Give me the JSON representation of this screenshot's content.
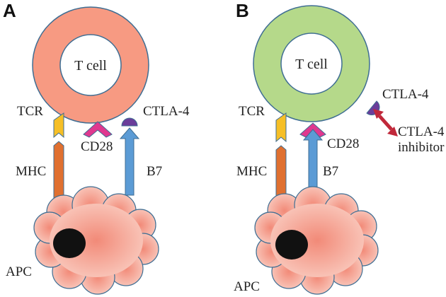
{
  "panels": [
    {
      "letter": "A",
      "cell_label": "T cell",
      "labels": {
        "tcr": "TCR",
        "mhc": "MHC",
        "cd28": "CD28",
        "ctla4": "CTLA-4",
        "b7": "B7",
        "apc": "APC"
      }
    },
    {
      "letter": "B",
      "cell_label": "T cell",
      "labels": {
        "tcr": "TCR",
        "mhc": "MHC",
        "cd28": "CD28",
        "ctla4": "CTLA-4",
        "b7": "B7",
        "apc": "APC",
        "inhibitor_line1": "CTLA-4",
        "inhibitor_line2": "inhibitor"
      }
    }
  ],
  "colors": {
    "tcell_a": "#f79a82",
    "tcell_b": "#b5d98a",
    "cell_stroke": "#3f6e93",
    "tcr": "#f6bf26",
    "mhc": "#e07030",
    "cd28": "#e0388f",
    "b7": "#5b9bd5",
    "ctla4": "#6a3d9a",
    "inhibitor": "#c0283a",
    "apc_fill": "#f4a99a",
    "apc_nucleus": "#111111"
  }
}
